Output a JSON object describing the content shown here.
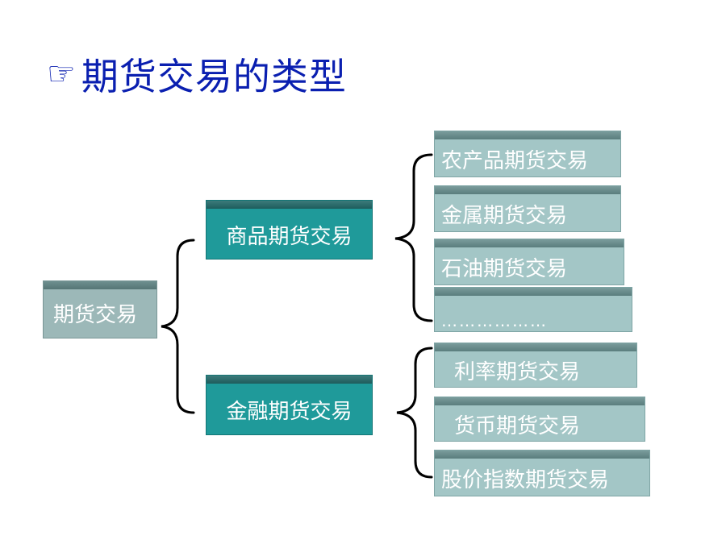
{
  "title": {
    "icon": "pointing-hand-icon",
    "icon_glyph": "☞",
    "text": "期货交易的类型"
  },
  "diagram": {
    "root": "期货交易",
    "branches": [
      {
        "label": "商品期货交易",
        "children": [
          "农产品期货交易",
          "金属期货交易",
          "石油期货交易",
          "………………"
        ]
      },
      {
        "label": "金融期货交易",
        "children": [
          "利率期货交易",
          "货币期货交易",
          "股价指数期货交易"
        ]
      }
    ]
  },
  "colors": {
    "title": "#0a1fb0",
    "mid_box": "#1f9a9a",
    "leaf_box": "#a3c6c6",
    "root_box": "#9cb8b8",
    "connector": "#000000"
  }
}
